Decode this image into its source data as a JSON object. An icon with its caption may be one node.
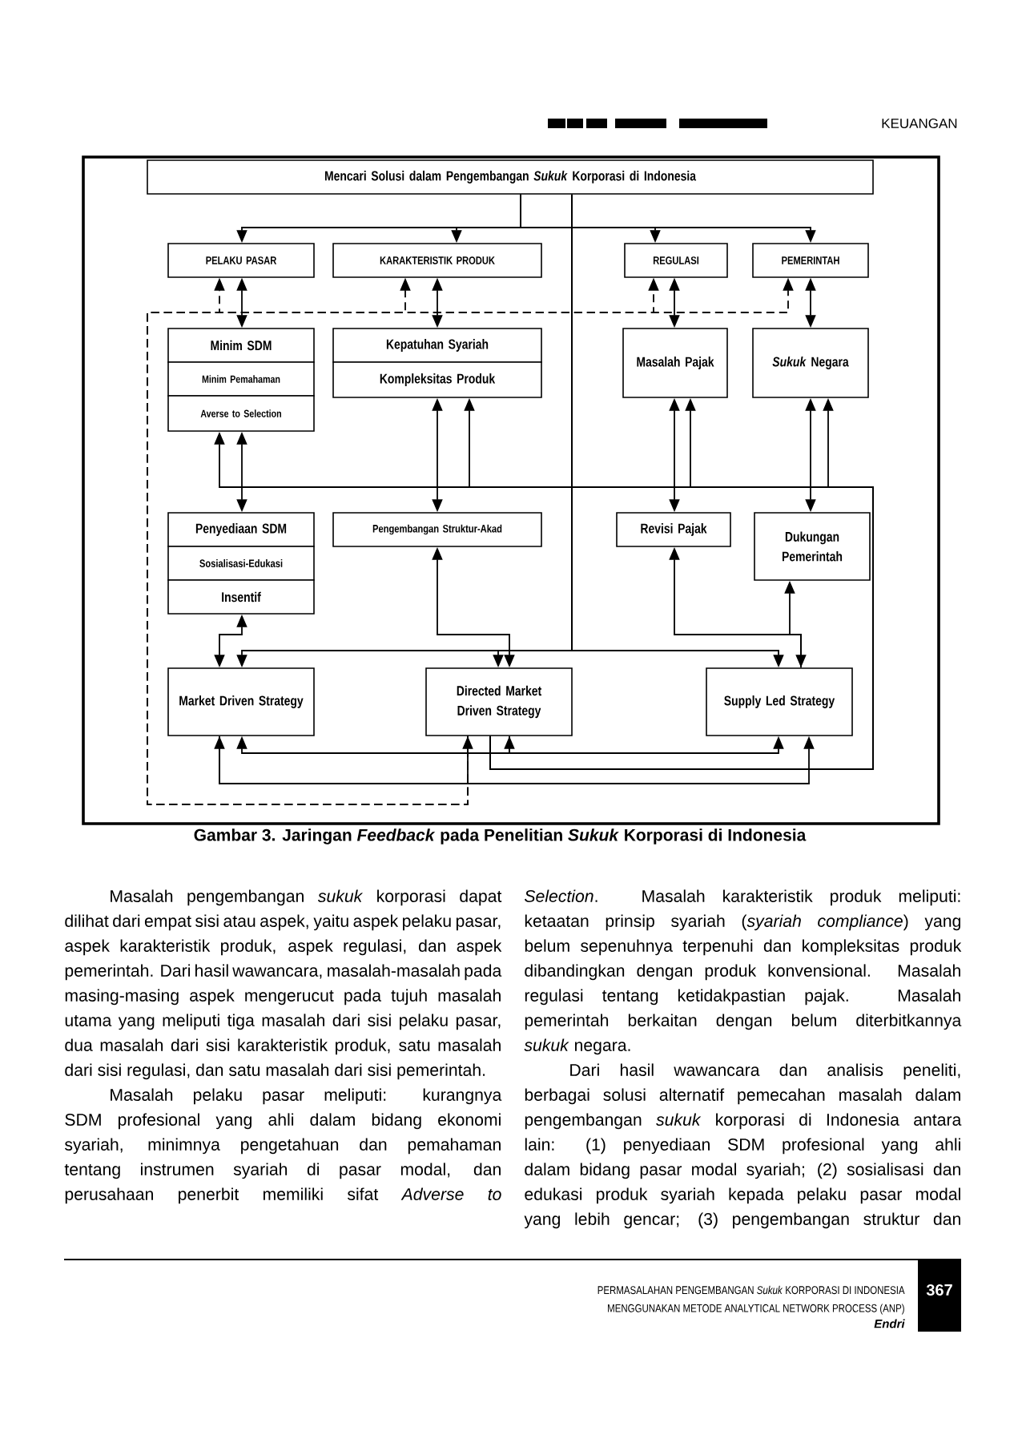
{
  "diagram": {
    "caption": "Gambar 3. Jaringan *Feedback* pada Penelitian *Sukuk* Korporasi di Indonesia",
    "nodes": [
      {
        "text": [
          "Mencari Solusi dalam Pengembangan *Sukuk* Korporasi di Indonesia"
        ]
      },
      {
        "text": [
          "PELAKU PASAR"
        ]
      },
      {
        "text": [
          "KARAKTERISTIK PRODUK"
        ]
      },
      {
        "text": [
          "REGULASI"
        ]
      },
      {
        "text": [
          "PEMERINTAH"
        ]
      },
      {
        "text": [
          "Minim SDM"
        ]
      },
      {
        "text": [
          "Minim Pemahaman"
        ]
      },
      {
        "text": [
          "Averse to Selection"
        ]
      },
      {
        "text": [
          "Kepatuhan Syariah"
        ]
      },
      {
        "text": [
          "Kompleksitas Produk"
        ]
      },
      {
        "text": [
          "Masalah Pajak"
        ]
      },
      {
        "text": [
          "*Sukuk* Negara"
        ]
      },
      {
        "text": [
          "Penyediaan SDM"
        ]
      },
      {
        "text": [
          "Sosialisasi-Edukasi"
        ]
      },
      {
        "text": [
          "Insentif"
        ]
      },
      {
        "text": [
          "Pengembangan Struktur-Akad"
        ]
      },
      {
        "text": [
          "Revisi Pajak"
        ]
      },
      {
        "text": [
          "Dukungan Pemerintah"
        ]
      },
      {
        "text": [
          "Market Driven Strategy"
        ]
      },
      {
        "text": [
          "Directed Market Driven Strategy"
        ]
      },
      {
        "text": [
          "Supply Led Strategy"
        ]
      }
    ],
    "edges": [
      {
        "from": 0,
        "to": 1,
        "arrow": "to"
      },
      {
        "from": 0,
        "to": 2,
        "arrow": "to"
      },
      {
        "from": 0,
        "to": 3,
        "arrow": "to"
      },
      {
        "from": 0,
        "to": 4,
        "arrow": "to"
      },
      {
        "from": 1,
        "to": 5,
        "arrow": "both"
      },
      {
        "from": 2,
        "to": 8,
        "arrow": "both"
      },
      {
        "from": 3,
        "to": 10,
        "arrow": "both"
      },
      {
        "from": 4,
        "to": 11,
        "arrow": "both"
      },
      {
        "from": 19,
        "to": 1,
        "arrow": "to",
        "style": "dashed"
      },
      {
        "from": 19,
        "to": 2,
        "arrow": "to",
        "style": "dashed"
      },
      {
        "from": 19,
        "to": 3,
        "arrow": "to",
        "style": "dashed"
      },
      {
        "from": 19,
        "to": 4,
        "arrow": "to",
        "style": "dashed"
      },
      {
        "from": 7,
        "to": 12,
        "arrow": "both"
      },
      {
        "from": 9,
        "to": 15,
        "arrow": "both"
      },
      {
        "from": 10,
        "to": 16,
        "arrow": "both"
      },
      {
        "from": 11,
        "to": 17,
        "arrow": "both"
      },
      {
        "from": 19,
        "to": 7,
        "arrow": "to"
      },
      {
        "from": 19,
        "to": 9,
        "arrow": "to"
      },
      {
        "from": 19,
        "to": 10,
        "arrow": "to"
      },
      {
        "from": 19,
        "to": 11,
        "arrow": "to"
      },
      {
        "from": 18,
        "to": 19,
        "arrow": "both"
      },
      {
        "from": 19,
        "to": 20,
        "arrow": "to"
      },
      {
        "from": 18,
        "to": 20,
        "arrow": "both"
      },
      {
        "from": 18,
        "to": 19,
        "arrow": "to"
      },
      {
        "from": 0,
        "to": 18,
        "arrow": "to"
      },
      {
        "from": 0,
        "to": 19,
        "arrow": "to"
      },
      {
        "from": 0,
        "to": 20,
        "arrow": "to"
      },
      {
        "from": 14,
        "to": 18,
        "arrow": "both"
      },
      {
        "from": 15,
        "to": 19,
        "arrow": "both"
      },
      {
        "from": 16,
        "to": 20,
        "arrow": "both"
      },
      {
        "from": 20,
        "to": 17,
        "arrow": "to"
      }
    ],
    "labels": [
      "KEUANGAN",
      "Masalah pengembangan *sukuk* korporasi dapat dilihat dari empat sisi atau aspek, yaitu aspek pelaku pasar, aspek karakteristik produk, aspek regulasi, dan aspek pemerintah. Dari hasil wawancara, masalah-masalah pada masing-masing aspek mengerucut pada tujuh masalah utama yang meliputi tiga masalah dari sisi pelaku pasar, dua masalah dari sisi karakteristik produk, satu masalah dari sisi regulasi, dan satu masalah dari sisi pemerintah.",
      "Masalah pelaku pasar meliputi: kurangnya SDM profesional yang ahli dalam bidang ekonomi syariah, minimnya pengetahuan dan pemahaman tentang instrumen syariah di pasar modal, dan perusahaan penerbit memiliki sifat *Adverse to*",
      "*Selection*. Masalah karakteristik produk meliputi: ketaatan prinsip syariah (*syariah compliance*) yang belum sepenuhnya terpenuhi dan kompleksitas produk dibandingkan dengan produk konvensional. Masalah regulasi tentang ketidakpastian pajak. Masalah pemerintah berkaitan dengan belum diterbitkannya *sukuk* negara.",
      "Dari hasil wawancara dan analisis peneliti, berbagai solusi alternatif pemecahan masalah dalam pengembangan *sukuk* korporasi di Indonesia antara lain: (1) penyediaan SDM profesional yang ahli dalam bidang pasar modal syariah; (2) sosialisasi dan edukasi produk syariah kepada pelaku pasar modal yang lebih gencar; (3) pengembangan struktur dan",
      "PERMASALAHAN PENGEMBANGAN *Sukuk* KORPORASI DI INDONESIA",
      "MENGGUNAKAN METODE ANALYTICAL NETWORK PROCESS (ANP)",
      "Endri",
      "367"
    ]
  }
}
